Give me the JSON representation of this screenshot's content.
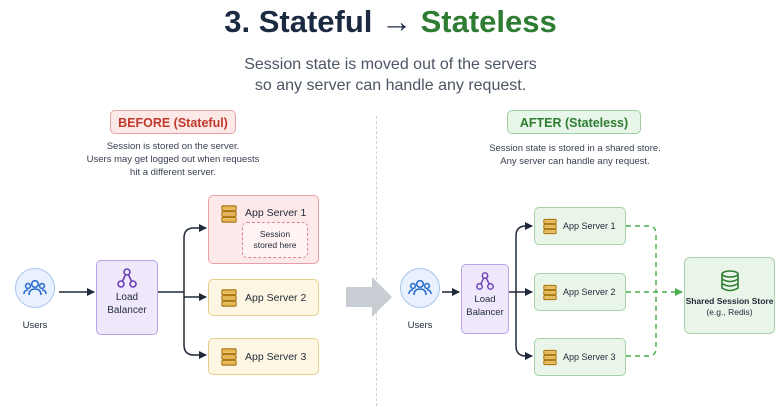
{
  "header": {
    "title_prefix": "3. Stateful → ",
    "title_highlight": "Stateless",
    "subtitle_line1": "Session state is moved out of the servers",
    "subtitle_line2": "so any server can handle any request."
  },
  "before": {
    "badge": "BEFORE (Stateful)",
    "desc_line1": "Session is stored on the server.",
    "desc_line2": "Users may get logged out when requests",
    "desc_line3": "hit a different server.",
    "users_label": "Users",
    "lb_line1": "Load",
    "lb_line2": "Balancer",
    "servers": [
      {
        "label": "App Server 1"
      },
      {
        "label": "App Server 2"
      },
      {
        "label": "App Server 3"
      }
    ],
    "session_line1": "Session",
    "session_line2": "stored here"
  },
  "after": {
    "badge": "AFTER (Stateless)",
    "desc_line1": "Session state is stored in a shared store.",
    "desc_line2": "Any server can handle any request.",
    "users_label": "Users",
    "lb_line1": "Load",
    "lb_line2": "Balancer",
    "servers": [
      {
        "label": "App Server 1"
      },
      {
        "label": "App Server 2"
      },
      {
        "label": "App Server 3"
      }
    ],
    "store_name": "Shared Session Store",
    "store_sub": "(e.g., Redis)"
  },
  "colors": {
    "stateful": "#c0392b",
    "stateless": "#2e7d32",
    "title": "#1b2a41",
    "wire": "#1f2937",
    "dashed_link": "#4caf50"
  },
  "icons": {
    "users": "users-icon",
    "load_balancer": "network-icon",
    "server": "server-icon",
    "database": "database-icon",
    "transition": "right-arrow-icon"
  }
}
